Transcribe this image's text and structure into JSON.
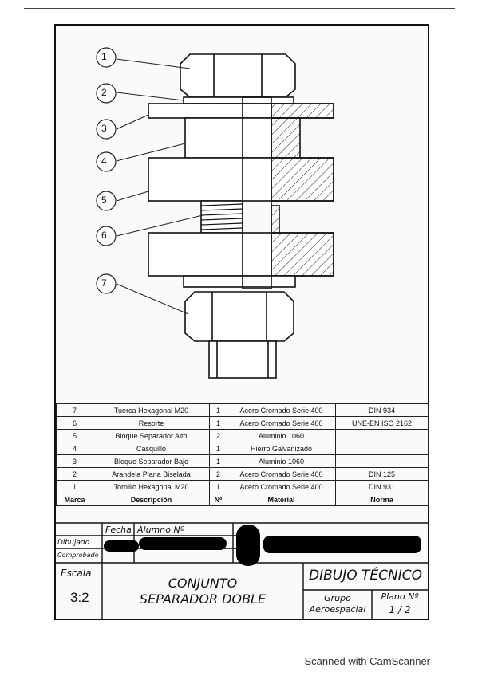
{
  "parts": {
    "rows": [
      {
        "marca": "7",
        "descripcion": "Tuerca Hexagonal M20",
        "n": "1",
        "material": "Acero Cromado Serie 400",
        "norma": "DIN 934"
      },
      {
        "marca": "6",
        "descripcion": "Resorte",
        "n": "1",
        "material": "Acero Cromado Serie 400",
        "norma": "UNE-EN ISO 2162"
      },
      {
        "marca": "5",
        "descripcion": "Bloque Separador Alto",
        "n": "2",
        "material": "Aluminio 1060",
        "norma": ""
      },
      {
        "marca": "4",
        "descripcion": "Casquillo",
        "n": "1",
        "material": "Hierro Galvanizado",
        "norma": ""
      },
      {
        "marca": "3",
        "descripcion": "Bloque Separador Bajo",
        "n": "1",
        "material": "Aluminio 1060",
        "norma": ""
      },
      {
        "marca": "2",
        "descripcion": "Arandela Plana Biselada",
        "n": "2",
        "material": "Acero Cromado Serie 400",
        "norma": "DIN 125"
      },
      {
        "marca": "1",
        "descripcion": "Tornillo Hexagonal M20",
        "n": "1",
        "material": "Acero Cromado Serie 400",
        "norma": "DIN 931"
      }
    ],
    "headers": {
      "marca": "Marca",
      "descripcion": "Descripción",
      "n": "Nº",
      "material": "Material",
      "norma": "Norma"
    }
  },
  "callouts": [
    "1",
    "2",
    "3",
    "4",
    "5",
    "6",
    "7"
  ],
  "title_block": {
    "fecha": "Fecha",
    "alumno": "Alumno Nº",
    "dibujado": "Dibujado",
    "comprobado": "Comprobado",
    "escala_label": "Escala",
    "escala_value": "3:2",
    "title_line1": "CONJUNTO",
    "title_line2": "SEPARADOR DOBLE",
    "subject": "DIBUJO TÉCNICO",
    "grupo_line1": "Grupo",
    "grupo_line2": "Aeroespacial",
    "plano_label": "Plano Nº",
    "plano_value": "1 / 2"
  },
  "footer": "Scanned with CamScanner"
}
